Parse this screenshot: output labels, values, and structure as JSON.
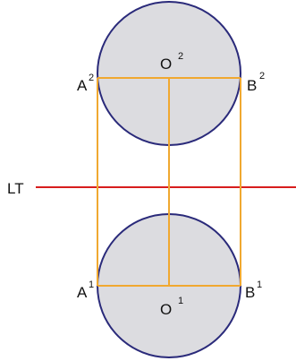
{
  "colors": {
    "circle_fill": "#dcdce0",
    "circle_stroke": "#2a2a7a",
    "construction_lines": "#f0a830",
    "ground_line": "#d81e1e",
    "text": "#111111"
  },
  "labels": {
    "ground_line": "LT",
    "top_view": {
      "center": "O",
      "center_sup": "2",
      "left_point": "A",
      "left_point_sup": "2",
      "right_point": "B",
      "right_point_sup": "2"
    },
    "bottom_view": {
      "center": "O",
      "center_sup": "1",
      "left_point": "A",
      "left_point_sup": "1",
      "right_point": "B",
      "right_point_sup": "1"
    }
  }
}
